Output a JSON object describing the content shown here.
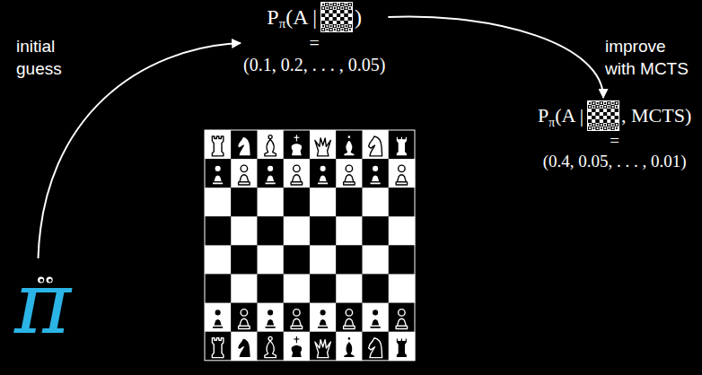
{
  "diagram": {
    "nodes": [
      {
        "text": [
          "π"
        ]
      },
      {
        "text": [
          "P",
          "π",
          "(A |",
          ")",
          "=",
          "(0.1, 0.2, . . . , 0.05)"
        ]
      },
      {
        "text": [
          "P",
          "π",
          "(A |",
          ", MCTS)",
          "=",
          "(0.4, 0.05, . . . , 0.01)"
        ]
      }
    ],
    "edges": [
      {
        "from": 0,
        "to": 1,
        "arrow": "to",
        "label": "initial guess"
      },
      {
        "from": 1,
        "to": 2,
        "arrow": "to",
        "label": "improve with MCTS"
      }
    ]
  }
}
